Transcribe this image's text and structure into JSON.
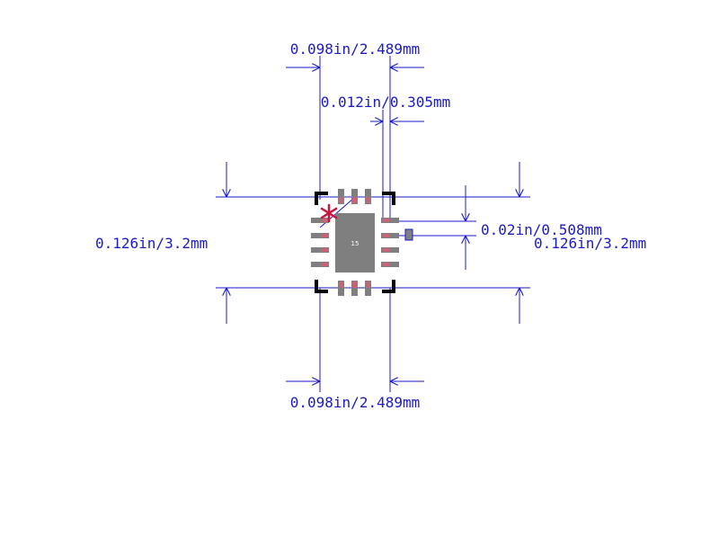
{
  "dimensions": {
    "top_width": "0.098in/2.489mm",
    "pitch": "0.012in/0.305mm",
    "pad_spacing": "0.02in/0.508mm",
    "left_height": "0.126in/3.2mm",
    "right_height": "0.126in/3.2mm",
    "bottom_width": "0.098in/2.489mm"
  },
  "center_pad": {
    "label": "15"
  },
  "colors": {
    "dimension": "#1a1ac8",
    "outline": "#000000",
    "pad": "#7f7f7f",
    "pad_center": "#c86478",
    "pin1_marker": "#c8143c"
  }
}
